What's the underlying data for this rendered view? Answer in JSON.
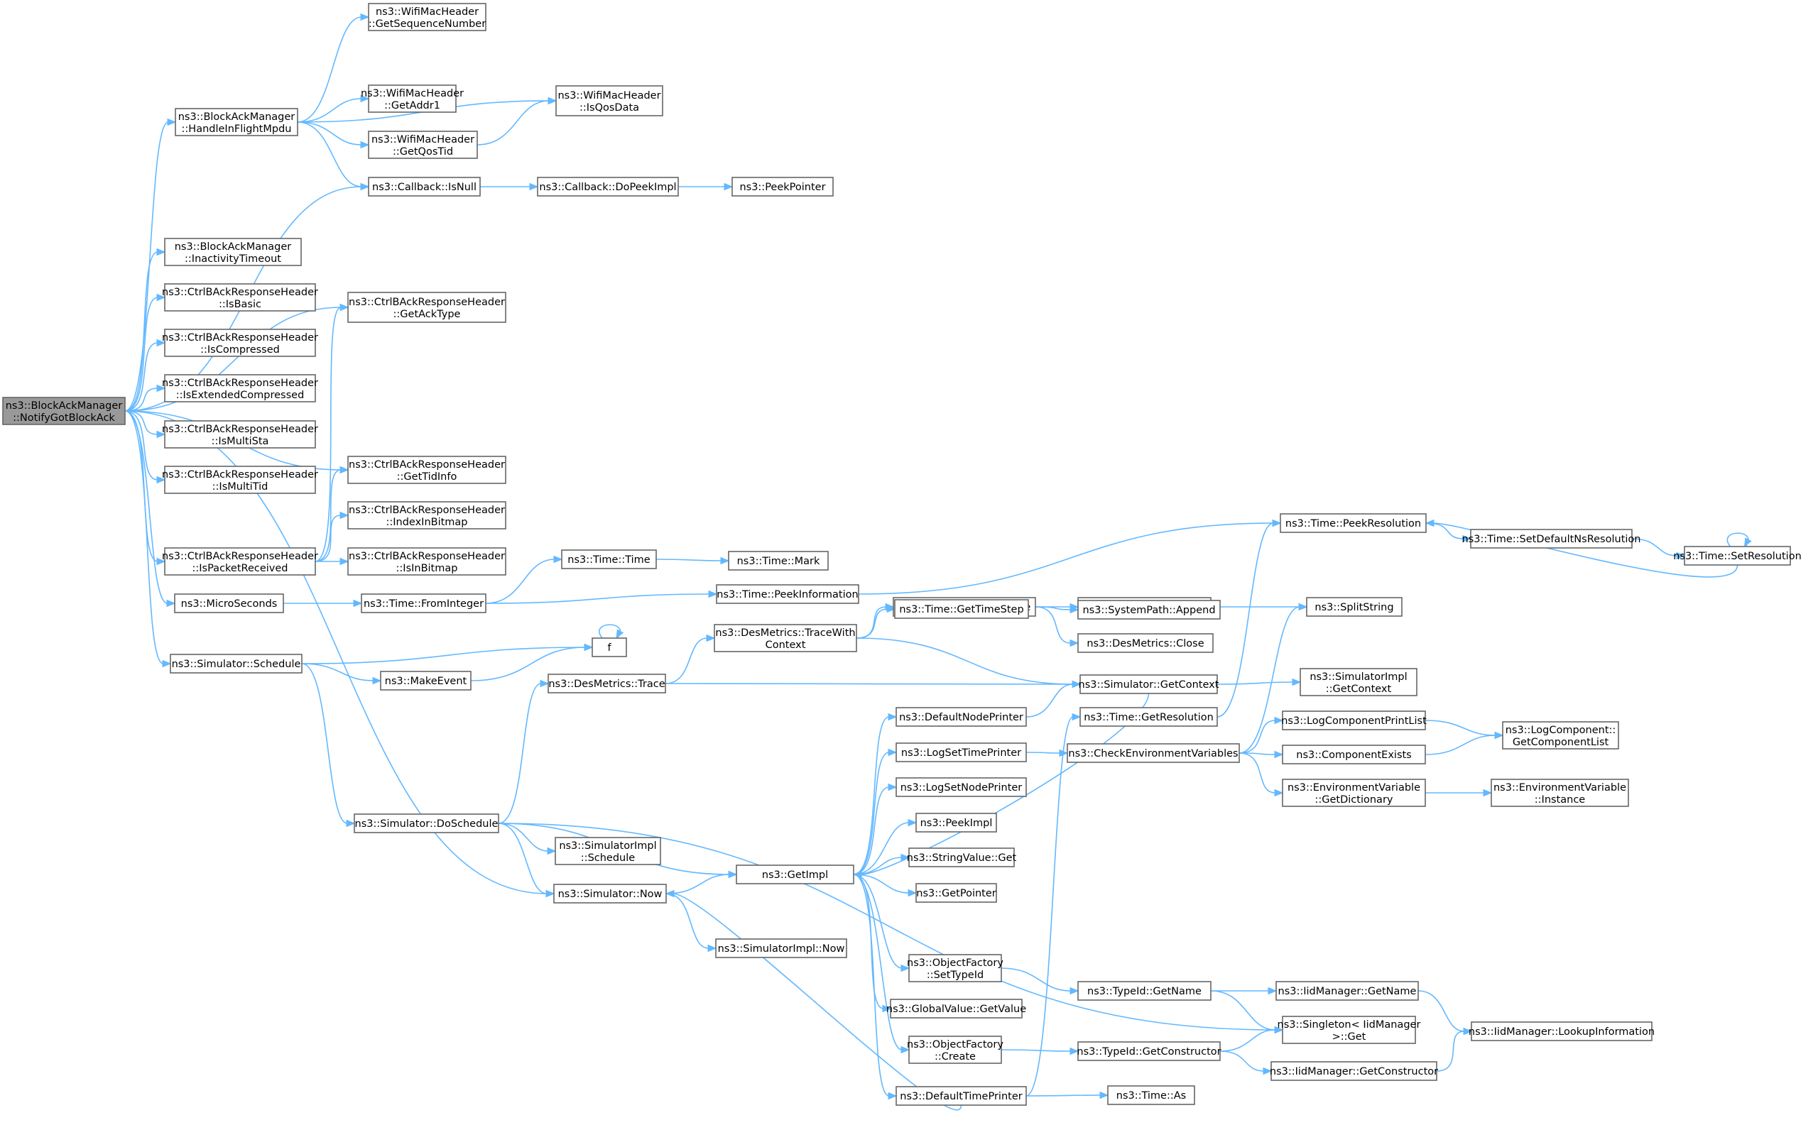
{
  "diagram": {
    "root": "NotifyGotBlockAck",
    "nodes": [
      {
        "id": "NotifyGotBlockAck",
        "lines": [
          "ns3::BlockAckManager",
          "::NotifyGotBlockAck"
        ],
        "root": true
      },
      {
        "id": "HandleInFlightMpdu",
        "lines": [
          "ns3::BlockAckManager",
          "::HandleInFlightMpdu"
        ]
      },
      {
        "id": "GetSequenceNumber",
        "lines": [
          "ns3::WifiMacHeader",
          "::GetSequenceNumber"
        ]
      },
      {
        "id": "GetAddr1",
        "lines": [
          "ns3::WifiMacHeader",
          "::GetAddr1"
        ]
      },
      {
        "id": "IsQosData",
        "lines": [
          "ns3::WifiMacHeader",
          "::IsQosData"
        ]
      },
      {
        "id": "GetQosTid",
        "lines": [
          "ns3::WifiMacHeader",
          "::GetQosTid"
        ]
      },
      {
        "id": "CallbackIsNull",
        "lines": [
          "ns3::Callback::IsNull"
        ]
      },
      {
        "id": "DoPeekImpl",
        "lines": [
          "ns3::Callback::DoPeekImpl"
        ]
      },
      {
        "id": "PeekPointer",
        "lines": [
          "ns3::PeekPointer"
        ]
      },
      {
        "id": "InactivityTimeout",
        "lines": [
          "ns3::BlockAckManager",
          "::InactivityTimeout"
        ]
      },
      {
        "id": "IsBasic",
        "lines": [
          "ns3::CtrlBAckResponseHeader",
          "::IsBasic"
        ]
      },
      {
        "id": "GetAckType",
        "lines": [
          "ns3::CtrlBAckResponseHeader",
          "::GetAckType"
        ]
      },
      {
        "id": "IsCompressed",
        "lines": [
          "ns3::CtrlBAckResponseHeader",
          "::IsCompressed"
        ]
      },
      {
        "id": "IsExtendedCompressed",
        "lines": [
          "ns3::CtrlBAckResponseHeader",
          "::IsExtendedCompressed"
        ]
      },
      {
        "id": "IsMultiSta",
        "lines": [
          "ns3::CtrlBAckResponseHeader",
          "::IsMultiSta"
        ]
      },
      {
        "id": "IsMultiTid",
        "lines": [
          "ns3::CtrlBAckResponseHeader",
          "::IsMultiTid"
        ]
      },
      {
        "id": "GetTidInfo",
        "lines": [
          "ns3::CtrlBAckResponseHeader",
          "::GetTidInfo"
        ]
      },
      {
        "id": "IndexInBitmap",
        "lines": [
          "ns3::CtrlBAckResponseHeader",
          "::IndexInBitmap"
        ]
      },
      {
        "id": "IsPacketReceived",
        "lines": [
          "ns3::CtrlBAckResponseHeader",
          "::IsPacketReceived"
        ]
      },
      {
        "id": "IsInBitmap",
        "lines": [
          "ns3::CtrlBAckResponseHeader",
          "::IsInBitmap"
        ]
      },
      {
        "id": "MicroSeconds",
        "lines": [
          "ns3::MicroSeconds"
        ]
      },
      {
        "id": "FromInteger",
        "lines": [
          "ns3::Time::FromInteger"
        ]
      },
      {
        "id": "TimeTime",
        "lines": [
          "ns3::Time::Time"
        ]
      },
      {
        "id": "TimeMark",
        "lines": [
          "ns3::Time::Mark"
        ]
      },
      {
        "id": "PeekInformation",
        "lines": [
          "ns3::Time::PeekInformation"
        ]
      },
      {
        "id": "PeekResolution",
        "lines": [
          "ns3::Time::PeekResolution"
        ]
      },
      {
        "id": "SetDefaultNsResolution",
        "lines": [
          "ns3::Time::SetDefaultNsResolution"
        ]
      },
      {
        "id": "SetResolution",
        "lines": [
          "ns3::Time::SetResolution"
        ]
      },
      {
        "id": "SimSchedule",
        "lines": [
          "ns3::Simulator::Schedule"
        ]
      },
      {
        "id": "f",
        "lines": [
          "f"
        ]
      },
      {
        "id": "MakeEvent",
        "lines": [
          "ns3::MakeEvent"
        ]
      },
      {
        "id": "DesTrace",
        "lines": [
          "ns3::DesMetrics::Trace"
        ]
      },
      {
        "id": "TraceWithContext",
        "lines": [
          "ns3::DesMetrics::TraceWith",
          "Context"
        ]
      },
      {
        "id": "DesInitialize",
        "lines": [
          "ns3::DesMetrics::Initialize"
        ]
      },
      {
        "id": "GetTimeStep",
        "lines": [
          "ns3::Time::GetTimeStep"
        ]
      },
      {
        "id": "SystemPathSplit",
        "lines": [
          "ns3::SystemPath::Split"
        ]
      },
      {
        "id": "SystemPathAppend",
        "lines": [
          "ns3::SystemPath::Append"
        ]
      },
      {
        "id": "DesClose",
        "lines": [
          "ns3::DesMetrics::Close"
        ]
      },
      {
        "id": "SplitString",
        "lines": [
          "ns3::SplitString"
        ]
      },
      {
        "id": "SimGetContext",
        "lines": [
          "ns3::Simulator::GetContext"
        ]
      },
      {
        "id": "ImplGetContext",
        "lines": [
          "ns3::SimulatorImpl",
          "::GetContext"
        ]
      },
      {
        "id": "DefaultNodePrinter",
        "lines": [
          "ns3::DefaultNodePrinter"
        ]
      },
      {
        "id": "GetResolution",
        "lines": [
          "ns3::Time::GetResolution"
        ]
      },
      {
        "id": "LogComponentPrintList",
        "lines": [
          "ns3::LogComponentPrintList"
        ]
      },
      {
        "id": "GetComponentList",
        "lines": [
          "ns3::LogComponent::",
          "GetComponentList"
        ]
      },
      {
        "id": "LogSetTimePrinter",
        "lines": [
          "ns3::LogSetTimePrinter"
        ]
      },
      {
        "id": "CheckEnvVars",
        "lines": [
          "ns3::CheckEnvironmentVariables"
        ]
      },
      {
        "id": "ComponentExists",
        "lines": [
          "ns3::ComponentExists"
        ]
      },
      {
        "id": "LogSetNodePrinter",
        "lines": [
          "ns3::LogSetNodePrinter"
        ]
      },
      {
        "id": "EnvGetDictionary",
        "lines": [
          "ns3::EnvironmentVariable",
          "::GetDictionary"
        ]
      },
      {
        "id": "EnvInstance",
        "lines": [
          "ns3::EnvironmentVariable",
          "::Instance"
        ]
      },
      {
        "id": "DoSchedule",
        "lines": [
          "ns3::Simulator::DoSchedule"
        ]
      },
      {
        "id": "ImplSchedule",
        "lines": [
          "ns3::SimulatorImpl",
          "::Schedule"
        ]
      },
      {
        "id": "PeekImpl",
        "lines": [
          "ns3::PeekImpl"
        ]
      },
      {
        "id": "GetImpl",
        "lines": [
          "ns3::GetImpl"
        ]
      },
      {
        "id": "StringValueGet",
        "lines": [
          "ns3::StringValue::Get"
        ]
      },
      {
        "id": "SimNow",
        "lines": [
          "ns3::Simulator::Now"
        ]
      },
      {
        "id": "GetPointer",
        "lines": [
          "ns3::GetPointer"
        ]
      },
      {
        "id": "ImplNow",
        "lines": [
          "ns3::SimulatorImpl::Now"
        ]
      },
      {
        "id": "SetTypeId",
        "lines": [
          "ns3::ObjectFactory",
          "::SetTypeId"
        ]
      },
      {
        "id": "TypeIdGetName",
        "lines": [
          "ns3::TypeId::GetName"
        ]
      },
      {
        "id": "IidGetName",
        "lines": [
          "ns3::IidManager::GetName"
        ]
      },
      {
        "id": "GlobalGetValue",
        "lines": [
          "ns3::GlobalValue::GetValue"
        ]
      },
      {
        "id": "SingletonGet",
        "lines": [
          "ns3::Singleton< IidManager",
          " >::Get"
        ]
      },
      {
        "id": "LookupInformation",
        "lines": [
          "ns3::IidManager::LookupInformation"
        ]
      },
      {
        "id": "FactoryCreate",
        "lines": [
          "ns3::ObjectFactory",
          "::Create"
        ]
      },
      {
        "id": "TypeIdGetConstructor",
        "lines": [
          "ns3::TypeId::GetConstructor"
        ]
      },
      {
        "id": "IidGetConstructor",
        "lines": [
          "ns3::IidManager::GetConstructor"
        ]
      },
      {
        "id": "DefaultTimePrinter",
        "lines": [
          "ns3::DefaultTimePrinter"
        ]
      },
      {
        "id": "TimeAs",
        "lines": [
          "ns3::Time::As"
        ]
      }
    ],
    "edges": [
      [
        "NotifyGotBlockAck",
        "HandleInFlightMpdu"
      ],
      [
        "NotifyGotBlockAck",
        "CallbackIsNull"
      ],
      [
        "NotifyGotBlockAck",
        "GetAckType"
      ],
      [
        "NotifyGotBlockAck",
        "InactivityTimeout"
      ],
      [
        "NotifyGotBlockAck",
        "IsBasic"
      ],
      [
        "NotifyGotBlockAck",
        "IsCompressed"
      ],
      [
        "NotifyGotBlockAck",
        "IsExtendedCompressed"
      ],
      [
        "NotifyGotBlockAck",
        "IsMultiSta"
      ],
      [
        "NotifyGotBlockAck",
        "IsMultiTid"
      ],
      [
        "NotifyGotBlockAck",
        "GetTidInfo"
      ],
      [
        "NotifyGotBlockAck",
        "IsPacketReceived"
      ],
      [
        "NotifyGotBlockAck",
        "MicroSeconds"
      ],
      [
        "NotifyGotBlockAck",
        "SimSchedule"
      ],
      [
        "NotifyGotBlockAck",
        "SimNow"
      ],
      [
        "HandleInFlightMpdu",
        "GetSequenceNumber"
      ],
      [
        "HandleInFlightMpdu",
        "IsQosData"
      ],
      [
        "HandleInFlightMpdu",
        "GetAddr1"
      ],
      [
        "HandleInFlightMpdu",
        "GetQosTid"
      ],
      [
        "HandleInFlightMpdu",
        "CallbackIsNull"
      ],
      [
        "GetQosTid",
        "IsQosData"
      ],
      [
        "CallbackIsNull",
        "DoPeekImpl"
      ],
      [
        "DoPeekImpl",
        "PeekPointer"
      ],
      [
        "IsPacketReceived",
        "GetAckType"
      ],
      [
        "IsPacketReceived",
        "GetTidInfo"
      ],
      [
        "IsPacketReceived",
        "IndexInBitmap"
      ],
      [
        "IsPacketReceived",
        "IsInBitmap"
      ],
      [
        "MicroSeconds",
        "FromInteger"
      ],
      [
        "FromInteger",
        "TimeTime"
      ],
      [
        "FromInteger",
        "PeekInformation"
      ],
      [
        "TimeTime",
        "TimeMark"
      ],
      [
        "PeekInformation",
        "PeekResolution"
      ],
      [
        "PeekResolution",
        "SetDefaultNsResolution"
      ],
      [
        "SetDefaultNsResolution",
        "SetResolution"
      ],
      [
        "SetResolution",
        "PeekResolution"
      ],
      [
        "SetResolution",
        "SetResolution"
      ],
      [
        "SimSchedule",
        "f"
      ],
      [
        "SimSchedule",
        "MakeEvent"
      ],
      [
        "SimSchedule",
        "DoSchedule"
      ],
      [
        "MakeEvent",
        "f"
      ],
      [
        "f",
        "f"
      ],
      [
        "DoSchedule",
        "DesTrace"
      ],
      [
        "DoSchedule",
        "ImplSchedule"
      ],
      [
        "DoSchedule",
        "GetImpl"
      ],
      [
        "DoSchedule",
        "SimNow"
      ],
      [
        "DoSchedule",
        "SingletonGet"
      ],
      [
        "DesTrace",
        "TraceWithContext"
      ],
      [
        "DesTrace",
        "SimGetContext"
      ],
      [
        "TraceWithContext",
        "DesInitialize"
      ],
      [
        "TraceWithContext",
        "GetTimeStep"
      ],
      [
        "TraceWithContext",
        "SimGetContext"
      ],
      [
        "DesInitialize",
        "SystemPathSplit"
      ],
      [
        "DesInitialize",
        "SystemPathAppend"
      ],
      [
        "DesInitialize",
        "DesClose"
      ],
      [
        "SystemPathSplit",
        "SplitString"
      ],
      [
        "SimGetContext",
        "ImplGetContext"
      ],
      [
        "SimGetContext",
        "GetImpl"
      ],
      [
        "SimNow",
        "GetImpl"
      ],
      [
        "SimNow",
        "ImplNow"
      ],
      [
        "GetImpl",
        "DefaultNodePrinter"
      ],
      [
        "GetImpl",
        "LogSetTimePrinter"
      ],
      [
        "GetImpl",
        "LogSetNodePrinter"
      ],
      [
        "GetImpl",
        "PeekImpl"
      ],
      [
        "GetImpl",
        "StringValueGet"
      ],
      [
        "GetImpl",
        "GetPointer"
      ],
      [
        "GetImpl",
        "SetTypeId"
      ],
      [
        "GetImpl",
        "GlobalGetValue"
      ],
      [
        "GetImpl",
        "FactoryCreate"
      ],
      [
        "GetImpl",
        "DefaultTimePrinter"
      ],
      [
        "DefaultNodePrinter",
        "SimGetContext"
      ],
      [
        "LogSetTimePrinter",
        "CheckEnvVars"
      ],
      [
        "CheckEnvVars",
        "LogComponentPrintList"
      ],
      [
        "CheckEnvVars",
        "ComponentExists"
      ],
      [
        "CheckEnvVars",
        "EnvGetDictionary"
      ],
      [
        "CheckEnvVars",
        "SplitString"
      ],
      [
        "LogComponentPrintList",
        "GetComponentList"
      ],
      [
        "ComponentExists",
        "GetComponentList"
      ],
      [
        "EnvGetDictionary",
        "EnvInstance"
      ],
      [
        "GetResolution",
        "PeekResolution"
      ],
      [
        "SetTypeId",
        "TypeIdGetName"
      ],
      [
        "TypeIdGetName",
        "IidGetName"
      ],
      [
        "TypeIdGetName",
        "SingletonGet"
      ],
      [
        "IidGetName",
        "LookupInformation"
      ],
      [
        "FactoryCreate",
        "TypeIdGetConstructor"
      ],
      [
        "TypeIdGetConstructor",
        "SingletonGet"
      ],
      [
        "TypeIdGetConstructor",
        "IidGetConstructor"
      ],
      [
        "IidGetConstructor",
        "LookupInformation"
      ],
      [
        "DefaultTimePrinter",
        "SimNow"
      ],
      [
        "DefaultTimePrinter",
        "GetResolution"
      ],
      [
        "DefaultTimePrinter",
        "TimeAs"
      ]
    ]
  }
}
